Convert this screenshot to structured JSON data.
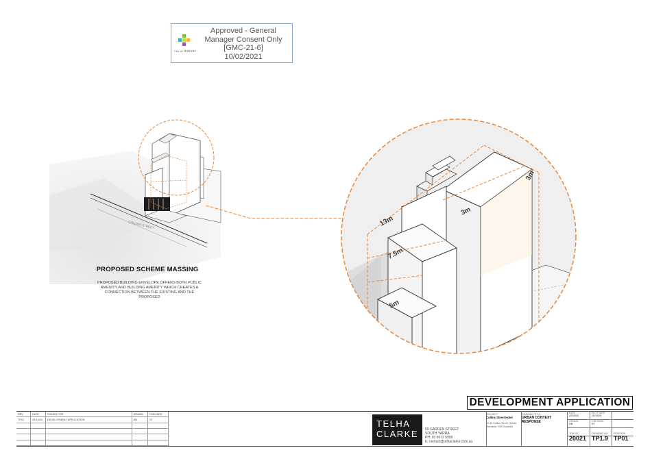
{
  "stamp": {
    "lines": [
      "Approved - General",
      "Manager Consent Only",
      "[GMC-21-6]",
      "10/02/2021"
    ],
    "logo_text": "City of HOBART"
  },
  "left_panel": {
    "street_label": "COLLINS STREET",
    "title": "PROPOSED SCHEME MASSING",
    "description": "PROPOSED BUILDING ENVELOPE OFFERS BOTH PUBLIC AMENITY AND BUILDING AMENITY WHICH CREATES A CONNECTION BETWEEN THE EXISTING AND THE PROPOSED"
  },
  "zoom": {
    "dims": [
      "13m",
      "3m",
      "3m",
      "7.5m",
      "5m"
    ]
  },
  "colors": {
    "accent": "#e8883a",
    "line": "#333333"
  },
  "title_block": {
    "heading": "DEVELOPMENT APPLICATION",
    "rev_headers": [
      "REV",
      "DATE",
      "ISSUED FOR",
      "DRAWN",
      "CHECKED"
    ],
    "rev_rows": [
      [
        "TP01",
        "22/10/20",
        "DEVELOPMENT APPLICATION",
        "DB",
        "ST"
      ]
    ],
    "firm": [
      "TELHA",
      "CLARKE"
    ],
    "address": [
      "59 GARDEN STREET",
      "SOUTH YARRA",
      "PH: 03 9672 5999",
      "E: contact@telhaclarke.com.au"
    ],
    "project_label": "PROJECT",
    "project_name": "Collins Street Hotel",
    "project_address": [
      "19-45 Collins Street, Hobart",
      "Tasmania 7000 Australia"
    ],
    "drawing_title_label": "DRAWING TITLE",
    "drawing_title": [
      "URBAN CONTEXT",
      "RESPONSE"
    ],
    "date_label": "DATE",
    "date": "22/10/20",
    "plot_date_label": "PLOT DATE",
    "plot_date": "22/10/20",
    "drawn_label": "DRAWN",
    "drawn": "DB",
    "checked_label": "CHECKED",
    "checked": "ST",
    "job_label": "JOB NO.",
    "job": "20021",
    "drawing_no_label": "DRAWING NO.",
    "drawing_no": "TP1.9",
    "revision_label": "REVISION",
    "revision": "TP01"
  }
}
